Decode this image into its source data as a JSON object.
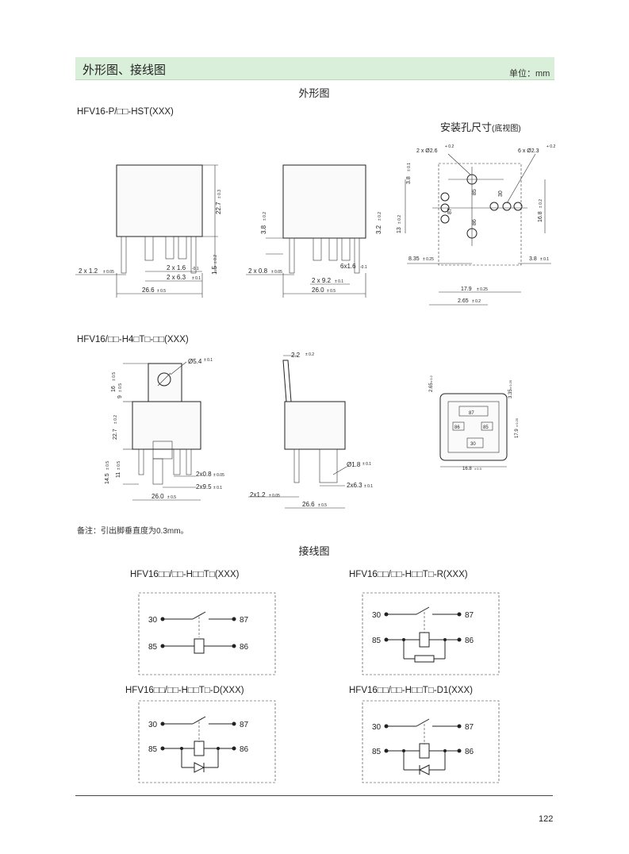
{
  "header": {
    "title": "外形图、接线图",
    "unit": "单位：mm"
  },
  "outline": {
    "heading": "外形图",
    "model_1": "HFV16-P/□□-HST(XXX)",
    "mounting_title": "安装孔尺寸",
    "mounting_subtitle": "(底视图)",
    "model_2": "HFV16/□□-H4□T□-□□(XXX)",
    "dims_1": {
      "w": "26.6",
      "w_tol": "± 0.5",
      "h": "22.7",
      "h_tol": "± 0.3",
      "pin_a": "2 x 1.2",
      "pin_a_tol": "± 0.05",
      "pin_b": "2 x 1.6",
      "pin_b_tol": "-0.1",
      "pin_c": "2 x 6.3",
      "pin_c_tol": "± 0.1",
      "lead": "1.5",
      "lead_tol": "± 0.2"
    },
    "dims_2": {
      "w": "26.0",
      "w_tol": "± 0.5",
      "a": "3.8",
      "a_tol": "± 0.2",
      "b": "3.2",
      "b_tol": "± 0.2",
      "c": "2 x 0.8",
      "c_tol": "± 0.05",
      "d": "2 x 9.2",
      "d_tol": "± 0.1",
      "e": "6x1.6",
      "e_tol": "-0.1"
    },
    "dims_3": {
      "hole_a": "2 x Ø2.6",
      "hole_a_tol": "+ 0.2",
      "hole_b": "6 x Ø2.3",
      "hole_b_tol": "+ 0.2",
      "v1": "3.8",
      "v1_tol": "± 0.1",
      "v2": "13",
      "v2_tol": "± 0.2",
      "v3": "16.8",
      "v3_tol": "± 0.2",
      "h1": "8.35",
      "h1_tol": "± 0.25",
      "h2": "3.8",
      "h2_tol": "± 0.1",
      "h3": "17.9",
      "h3_tol": "± 0.25",
      "h4": "2.65",
      "h4_tol": "± 0.2",
      "p85": "85",
      "p87": "87",
      "p30": "30",
      "p86": "86"
    },
    "dims_4": {
      "hole": "Ø5.4",
      "hole_tol": "± 0.1",
      "a": "16",
      "a_tol": "± 0.5",
      "b": "9",
      "b_tol": "± 0.5",
      "c": "22.7",
      "c_tol": "± 0.2",
      "d": "14.5",
      "d_tol": "± 0.5",
      "e": "11",
      "e_tol": "± 0.5",
      "f": "2x0.8",
      "f_tol": "± 0.05",
      "g": "2x9.5",
      "g_tol": "± 0.1",
      "w": "26.0",
      "w_tol": "± 0.5"
    },
    "dims_5": {
      "a": "2.2",
      "a_tol": "± 0.2",
      "b": "Ø1.8",
      "b_tol": "± 0.1",
      "c": "2x1.2",
      "c_tol": "± 0.05",
      "d": "2x6.3",
      "d_tol": "± 0.1",
      "w": "26.6",
      "w_tol": "± 0.5"
    },
    "dims_6": {
      "a": "2.65",
      "a_tol": "± 0.2",
      "b": "3.35",
      "b_tol": "± 0.25",
      "c": "17.9",
      "c_tol": "± 0.25",
      "d": "16.8",
      "d_tol": "± 0.3",
      "p87": "87",
      "p86": "86",
      "p85": "85",
      "p30": "30"
    },
    "note": "备注：引出脚垂直度为0.3mm。"
  },
  "wiring": {
    "heading": "接线图",
    "labels": {
      "p30": "30",
      "p87": "87",
      "p85": "85",
      "p86": "86"
    },
    "diagrams": [
      {
        "title": "HFV16□□/□□-H□□T□(XXX)"
      },
      {
        "title": "HFV16□□/□□-H□□T□-R(XXX)"
      },
      {
        "title": "HFV16□□/□□-H□□T□-D(XXX)"
      },
      {
        "title": "HFV16□□/□□-H□□T□-D1(XXX)"
      }
    ]
  },
  "footer": {
    "page_number": "122"
  }
}
